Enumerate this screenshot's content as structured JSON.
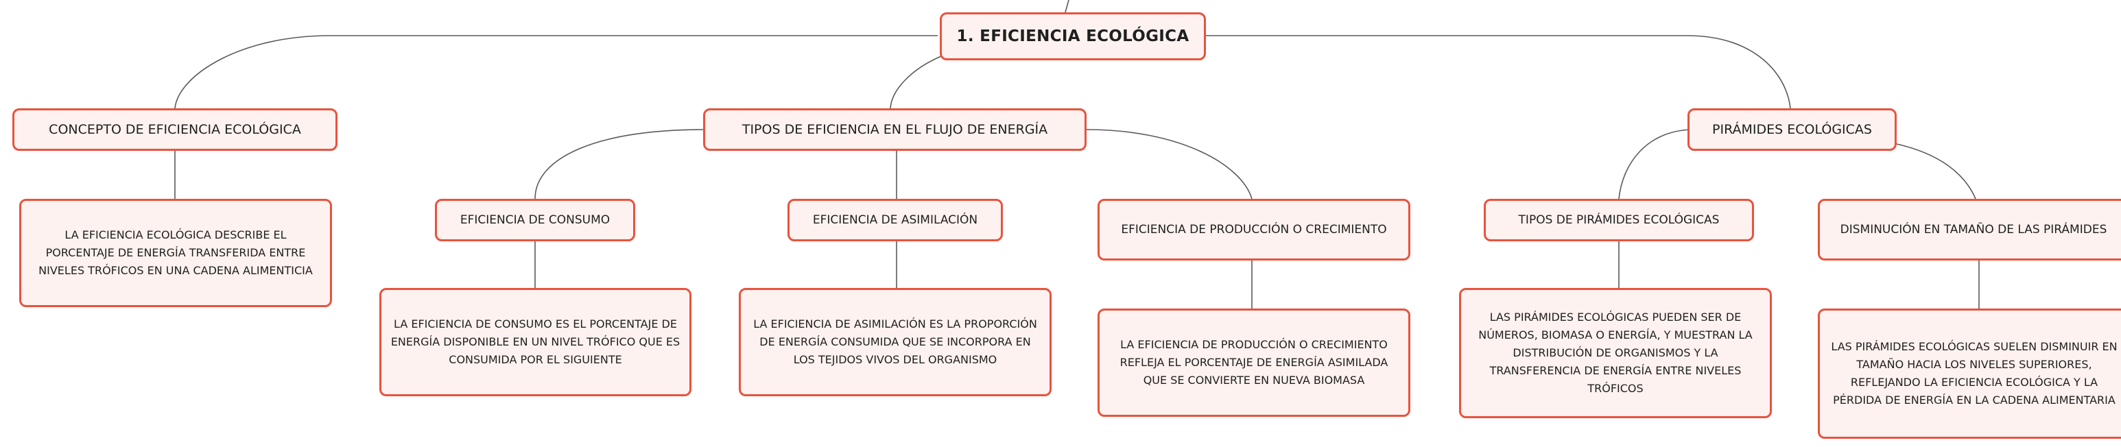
{
  "root": "1. EFICIENCIA ECOLÓGICA",
  "branches": {
    "concepto": {
      "title": "CONCEPTO DE EFICIENCIA ECOLÓGICA",
      "detail": "LA EFICIENCIA ECOLÓGICA DESCRIBE EL PORCENTAJE DE ENERGÍA TRANSFERIDA ENTRE NIVELES TRÓFICOS EN UNA CADENA ALIMENTICIA"
    },
    "tipos": {
      "title": "TIPOS DE EFICIENCIA EN EL FLUJO DE ENERGÍA",
      "consumo": {
        "title": "EFICIENCIA DE CONSUMO",
        "detail": "LA EFICIENCIA DE CONSUMO ES EL PORCENTAJE DE ENERGÍA DISPONIBLE EN UN NIVEL TRÓFICO QUE ES CONSUMIDA POR EL SIGUIENTE"
      },
      "asimilacion": {
        "title": "EFICIENCIA DE ASIMILACIÓN",
        "detail": "LA EFICIENCIA DE ASIMILACIÓN ES LA PROPORCIÓN DE ENERGÍA CONSUMIDA QUE SE INCORPORA EN LOS TEJIDOS VIVOS DEL ORGANISMO"
      },
      "produccion": {
        "title": "EFICIENCIA DE PRODUCCIÓN O CRECIMIENTO",
        "detail": "LA EFICIENCIA DE PRODUCCIÓN O CRECIMIENTO REFLEJA EL PORCENTAJE DE ENERGÍA ASIMILADA QUE SE CONVIERTE EN NUEVA BIOMASA"
      }
    },
    "piramides": {
      "title": "PIRÁMIDES ECOLÓGICAS",
      "tipos": {
        "title": "TIPOS DE PIRÁMIDES ECOLÓGICAS",
        "detail": "LAS PIRÁMIDES ECOLÓGICAS PUEDEN SER DE NÚMEROS, BIOMASA O ENERGÍA, Y MUESTRAN LA DISTRIBUCIÓN DE ORGANISMOS Y LA TRANSFERENCIA DE ENERGÍA ENTRE NIVELES TRÓFICOS"
      },
      "disminucion": {
        "title": "DISMINUCIÓN EN TAMAÑO DE LAS PIRÁMIDES",
        "detail": "LAS PIRÁMIDES ECOLÓGICAS SUELEN DISMINUIR EN TAMAÑO HACIA LOS NIVELES SUPERIORES, REFLEJANDO LA EFICIENCIA ECOLÓGICA Y LA PÉRDIDA DE ENERGÍA EN LA CADENA ALIMENTARIA"
      }
    }
  }
}
